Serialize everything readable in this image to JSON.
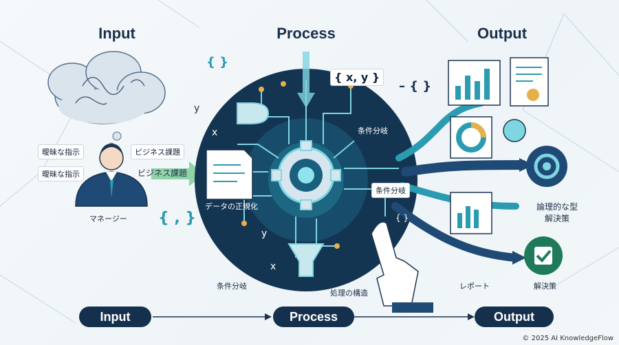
{
  "headings": {
    "input": "Input",
    "process": "Process",
    "output": "Output"
  },
  "input_panel": {
    "thought_1": "曖昧な指示",
    "thought_2": "曖昧な指示",
    "thought_3": "ビジネス課題",
    "thought_4": "ビジネス課題",
    "person_label": "マネージー",
    "bracket_text": "{ , }",
    "icons": [
      "cloud-icon",
      "person-icon",
      "arrow-right-icon"
    ]
  },
  "process_panel": {
    "xy_text": "{ x, y }",
    "normalize_label": "データの正規化",
    "branch_label_top": "条件分岐",
    "branch_label_mid": "条件分岐",
    "branch_label_bottom": "条件分岐",
    "structure_label": "処理の構造",
    "y_label_1": "y",
    "x_label_1": "x",
    "y_label_2": "y",
    "x_label_2": "x",
    "brace_left": "{ }",
    "brace_right": "{ }",
    "brace_top_right": "– { }",
    "icons": [
      "gear-icon",
      "document-icon",
      "funnel-icon",
      "hand-pointer-icon",
      "logic-gate-icon"
    ]
  },
  "output_panel": {
    "logic_label_line1": "論理的な型",
    "logic_label_line2": "解決策",
    "report_label": "レポート",
    "solution_label": "解決策",
    "icons": [
      "bar-chart-icon",
      "pie-chart-icon",
      "gear-icon",
      "checkmark-icon",
      "report-icon"
    ]
  },
  "flow": {
    "step1": "Input",
    "step2": "Process",
    "step3": "Output"
  },
  "colors": {
    "navy": "#15304d",
    "teal": "#2a9bb0",
    "accent_green": "#8fd3a8",
    "circle": "#143552"
  },
  "copyright": "© 2025 AI KnowledgeFlow"
}
